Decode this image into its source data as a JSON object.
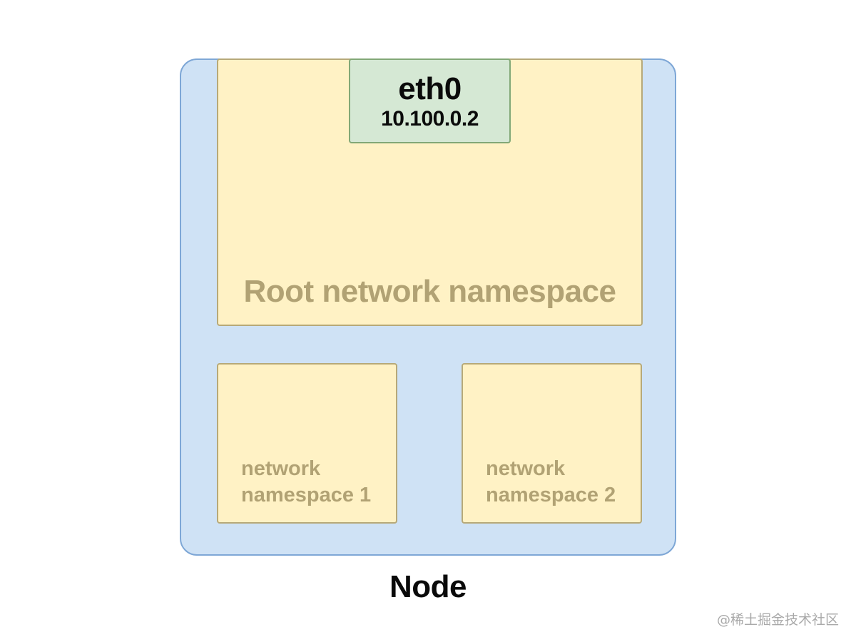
{
  "node": {
    "label": "Node"
  },
  "root_namespace": {
    "label": "Root network namespace"
  },
  "interface": {
    "name": "eth0",
    "ip": "10.100.0.2"
  },
  "namespaces": [
    {
      "line1": "network",
      "line2": "namespace 1"
    },
    {
      "line1": "network",
      "line2": "namespace 2"
    }
  ],
  "watermark": "@稀土掘金技术社区",
  "colors": {
    "node_fill": "#cfe2f5",
    "node_stroke": "#7ea7d6",
    "namespace_fill": "#fff2c5",
    "namespace_stroke": "#b7a978",
    "namespace_text": "#b1a274",
    "interface_fill": "#d5e8d4",
    "interface_stroke": "#82a877"
  }
}
